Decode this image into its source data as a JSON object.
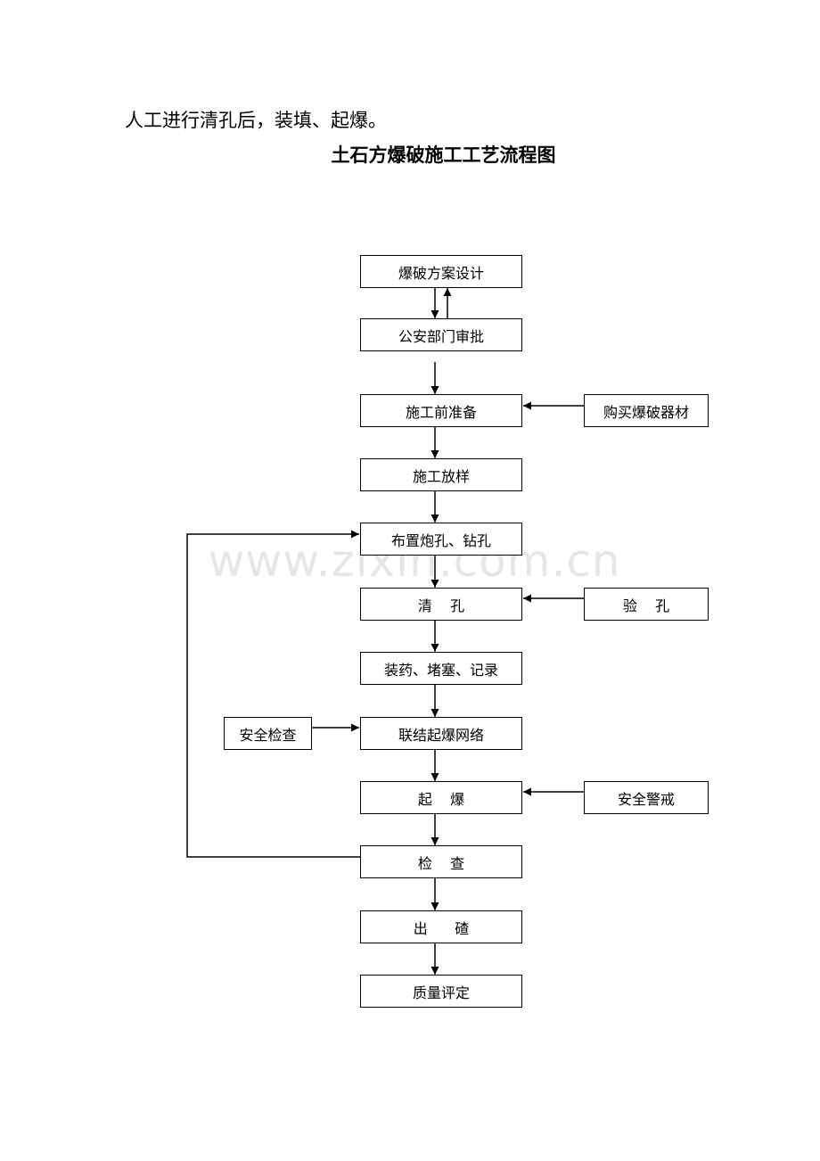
{
  "intro_text": "人工进行清孔后，装填、起爆。",
  "diagram_title": "土石方爆破施工工艺流程图",
  "main_steps": [
    "爆破方案设计",
    "公安部门审批",
    "施工前准备",
    "施工放样",
    "布置炮孔、钻孔",
    "清    孔",
    "装药、堵塞、记录",
    "联结起爆网络",
    "起    爆",
    "检    查",
    "出      碴",
    "质量评定"
  ],
  "side_inputs": {
    "purchase_materials": "购买爆破器材",
    "hole_inspection": "验    孔",
    "safety_check": "安全检查",
    "safety_alert": "安全警戒"
  },
  "watermark": "www.zixin.com.cn"
}
